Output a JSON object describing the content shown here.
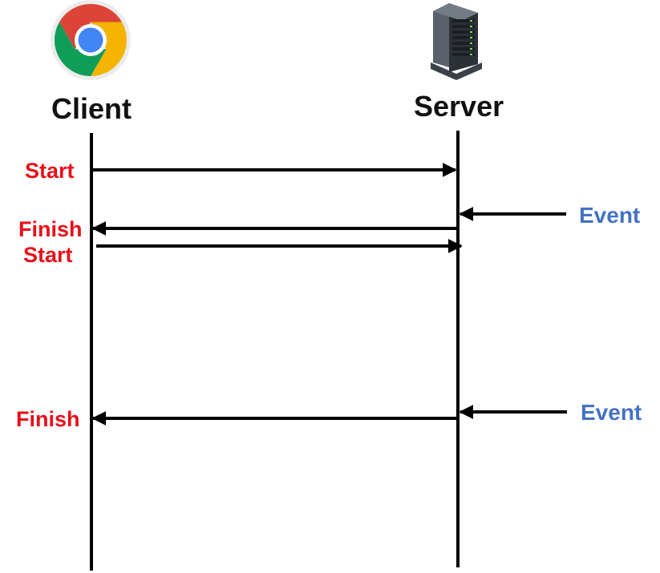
{
  "actors": {
    "client": {
      "label": "Client",
      "icon": "chrome-browser-icon"
    },
    "server": {
      "label": "Server",
      "icon": "server-rack-icon"
    }
  },
  "client_labels": {
    "start_1": "Start",
    "finish_1": "Finish",
    "start_2": "Start",
    "finish_2": "Finish"
  },
  "server_labels": {
    "event_1": "Event",
    "event_2": "Event"
  },
  "colors": {
    "client_label": "#e8101a",
    "event_label": "#4472c4",
    "line": "#000000"
  }
}
